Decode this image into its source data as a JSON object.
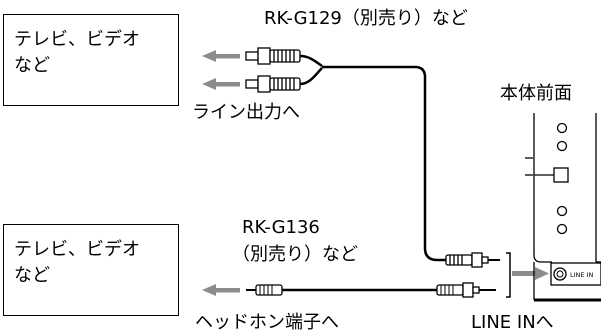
{
  "cable_top": {
    "label": "RK-G129（別売り）など"
  },
  "cable_bottom": {
    "label_line1": "RK-G136",
    "label_line2": "（別売り）など"
  },
  "device_top": {
    "line1": "テレビ、ビデオ",
    "line2": "など"
  },
  "device_bottom": {
    "line1": "テレビ、ビデオ",
    "line2": "など"
  },
  "line_out_label": "ライン出力へ",
  "headphone_label": "ヘッドホン端子へ",
  "unit_front_label": "本体前面",
  "line_in_label": "LINE INへ",
  "jack_label": "LINE IN",
  "arrow_color": "#8c8c8c"
}
